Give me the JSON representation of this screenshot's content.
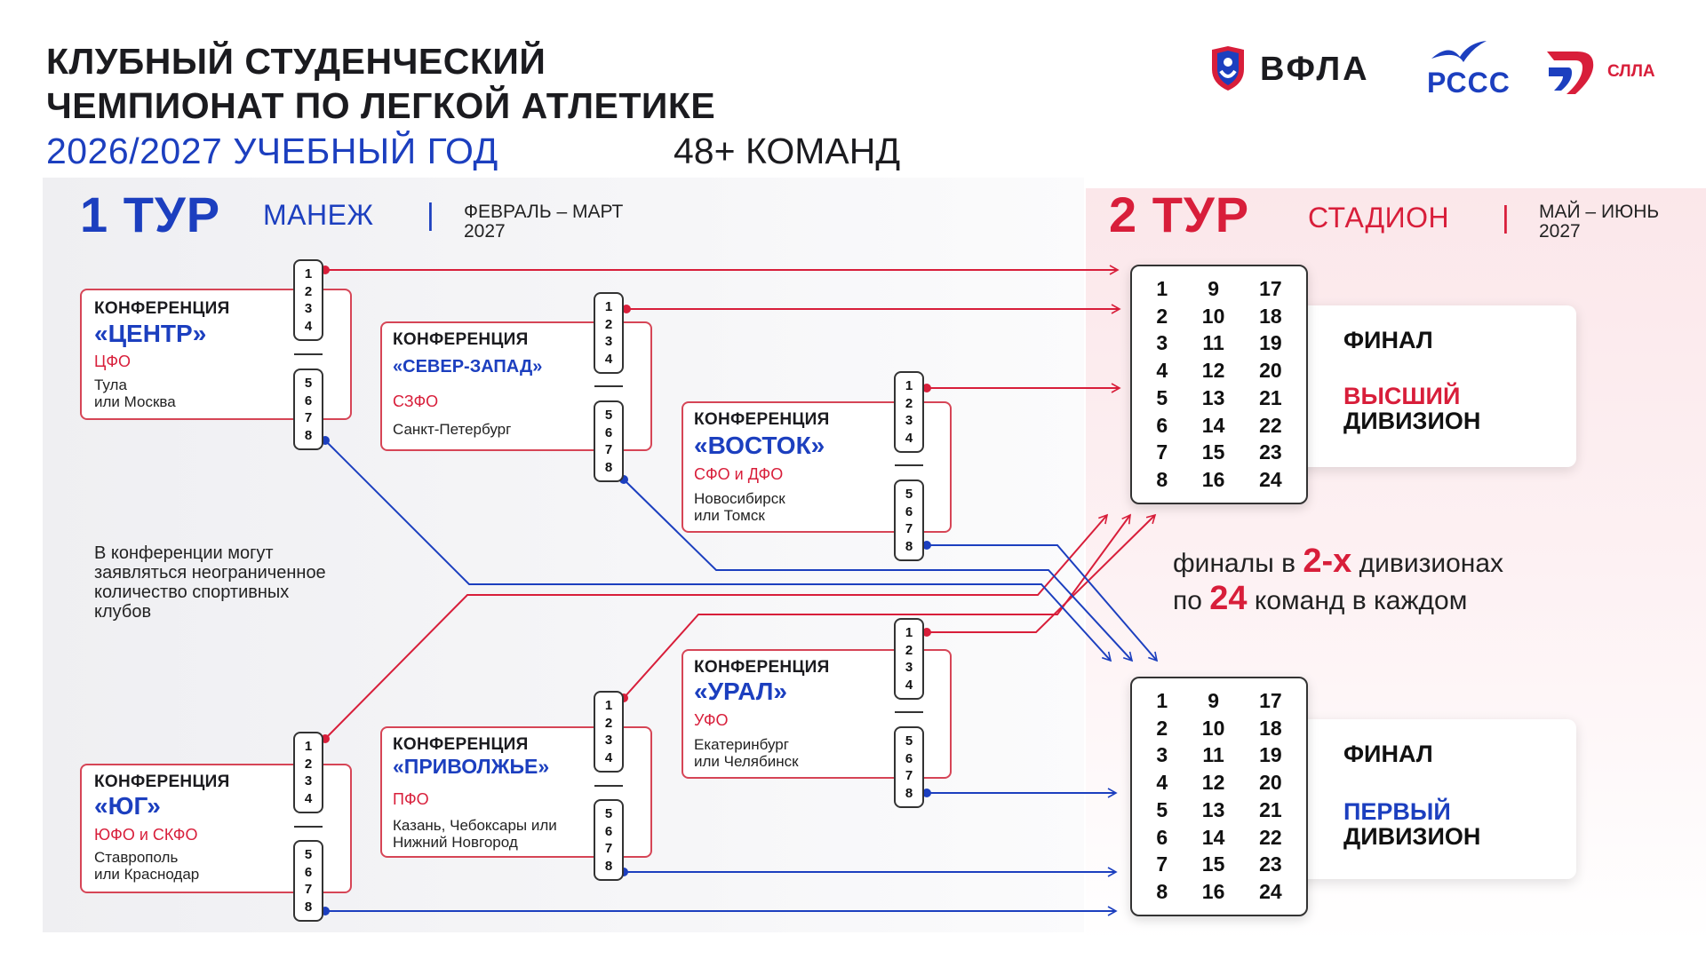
{
  "header": {
    "title_line1": "КЛУБНЫЙ СТУДЕНЧЕСКИЙ",
    "title_line2": "ЧЕМПИОНАТ ПО ЛЕГКОЙ АТЛЕТИКЕ",
    "year": "2026/2027 УЧЕБНЫЙ ГОД",
    "teams": "48+ КОМАНД"
  },
  "logos": {
    "vfla": "ВФЛА",
    "rsss": "РССС",
    "slla": "СЛЛА"
  },
  "tour1": {
    "title": "1 ТУР",
    "venue": "МАНЕЖ",
    "sep": "|",
    "dates_line1": "ФЕВРАЛЬ – МАРТ",
    "dates_line2": "2027"
  },
  "tour2": {
    "title": "2 ТУР",
    "venue": "СТАДИОН",
    "sep": "|",
    "dates_line1": "МАЙ – ИЮНЬ",
    "dates_line2": "2027"
  },
  "conferences": [
    {
      "label": "КОНФЕРЕНЦИЯ",
      "name": "«ЦЕНТР»",
      "region": "ЦФО",
      "city_line1": "Тула",
      "city_line2": "или Москва"
    },
    {
      "label": "КОНФЕРЕНЦИЯ",
      "name": "«СЕВЕР-ЗАПАД»",
      "region": "СЗФО",
      "city_line1": "Санкт-Петербург",
      "city_line2": ""
    },
    {
      "label": "КОНФЕРЕНЦИЯ",
      "name": "«ВОСТОК»",
      "region": "СФО и ДФО",
      "city_line1": "Новосибирск",
      "city_line2": "или Томск"
    },
    {
      "label": "КОНФЕРЕНЦИЯ",
      "name": "«ЮГ»",
      "region": "ЮФО и СКФО",
      "city_line1": "Ставрополь",
      "city_line2": "или Краснодар"
    },
    {
      "label": "КОНФЕРЕНЦИЯ",
      "name": "«ПРИВОЛЖЬЕ»",
      "region": "ПФО",
      "city_line1": "Казань, Чебоксары или",
      "city_line2": "Нижний Новгород"
    },
    {
      "label": "КОНФЕРЕНЦИЯ",
      "name": "«УРАЛ»",
      "region": "УФО",
      "city_line1": "Екатеринбург",
      "city_line2": "или Челябинск"
    }
  ],
  "places": {
    "top": [
      "1",
      "2",
      "3",
      "4"
    ],
    "bottom": [
      "5",
      "6",
      "7",
      "8"
    ]
  },
  "note": {
    "line1": "В конференции могут",
    "line2": "заявляться неограниченное",
    "line3": "количество спортивных",
    "line4": "клубов"
  },
  "results_grid": {
    "col1": [
      "1",
      "2",
      "3",
      "4",
      "5",
      "6",
      "7",
      "8"
    ],
    "col2": [
      "9",
      "10",
      "11",
      "12",
      "13",
      "14",
      "15",
      "16"
    ],
    "col3": [
      "17",
      "18",
      "19",
      "20",
      "21",
      "22",
      "23",
      "24"
    ]
  },
  "finals_text": {
    "line1_a": "финалы в ",
    "line1_b": "2-х",
    "line1_c": " дивизионах",
    "line2_a": "по ",
    "line2_b": "24",
    "line2_c": " команд в каждом"
  },
  "final_higher": {
    "title": "ФИНАЛ",
    "div1": "ВЫСШИЙ",
    "div2": "ДИВИЗИОН"
  },
  "final_first": {
    "title": "ФИНАЛ",
    "div1": "ПЕРВЫЙ",
    "div2": "ДИВИЗИОН"
  },
  "colors": {
    "red": "#d81e3a",
    "blue": "#1c3fbf",
    "dark": "#1b1b1f"
  }
}
